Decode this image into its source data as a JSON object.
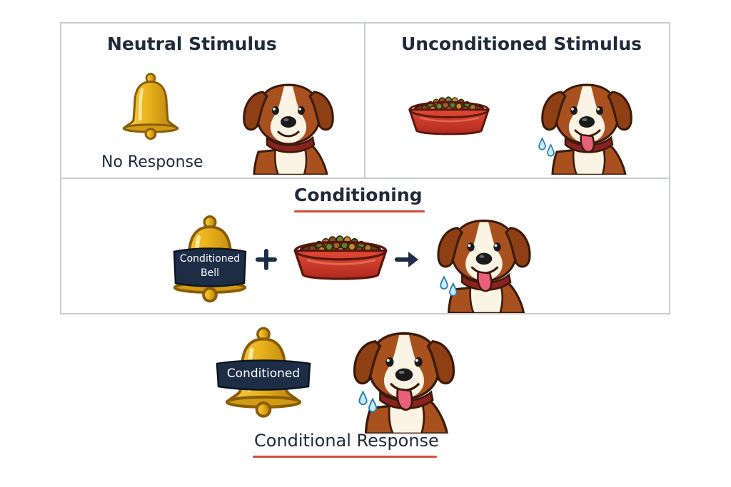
{
  "panels": {
    "neutral": {
      "title": "Neutral Stimulus",
      "response": "No Response"
    },
    "unconditioned": {
      "title": "Unconditioned Stimulus"
    },
    "conditioning": {
      "title": "Conditioning",
      "bell_label_line1": "Conditioned",
      "bell_label_line2": "Bell"
    },
    "result": {
      "bell_label": "Conditioned",
      "caption": "Conditional Response"
    }
  },
  "icons": {
    "bell": "bell-icon",
    "dog": "dog-icon",
    "food_bowl": "food-bowl-icon",
    "plus": "plus-icon",
    "arrow": "arrow-right-icon",
    "drool": "drool-drops-icon"
  },
  "colors": {
    "accent_underline": "#d94a38",
    "panel_border": "#c7ccd3",
    "bell_gold": "#e8b21c",
    "bowl_red": "#d63a2b",
    "dog_brown": "#a8511f",
    "text_dark": "#1f2a3a",
    "label_band": "#1e2d46"
  }
}
